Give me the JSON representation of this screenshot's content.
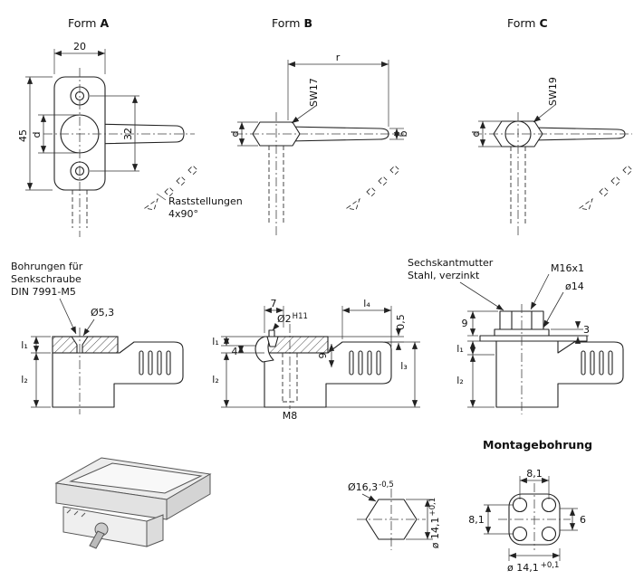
{
  "forms": {
    "prefix": "Form",
    "a": "A",
    "b": "B",
    "c": "C"
  },
  "form_a": {
    "dim_width": "20",
    "dim_height": "45",
    "dim_d": "d",
    "dim_holes": "32",
    "rast_line1": "Raststellungen",
    "rast_line2": "4x90°"
  },
  "form_b": {
    "dim_r": "r",
    "sw": "SW17",
    "dim_d": "d",
    "dim_b": "b"
  },
  "form_c": {
    "sw": "SW19",
    "dim_d": "d"
  },
  "mid_left": {
    "note_line1": "Bohrungen für",
    "note_line2": "Senkschraube",
    "note_line3": "DIN 7991-M5",
    "dia": "Ø5,3",
    "l1": "l₁",
    "l2": "l₂"
  },
  "mid_center": {
    "dim_7": "7",
    "dia2": "Ø2",
    "dia2_tol": "H11",
    "l4": "l₄",
    "dim_l1": "l₁",
    "dim_4": "4",
    "dim_9": "9",
    "dim_05": "0,5",
    "l2": "l₂",
    "l3": "l₃",
    "thread": "M8"
  },
  "mid_right": {
    "note_line1": "Sechskantmutter",
    "note_line2": "Stahl, verzinkt",
    "thread": "M16x1",
    "dia": "ø14",
    "dim_9": "9",
    "dim_3": "3",
    "l1": "l₁",
    "l2": "l₂"
  },
  "hex_detail": {
    "dia_corners": "Ø16,3",
    "dia_corners_tol": "-0,5",
    "dia_flats": "ø 14,1",
    "dia_flats_tol": "+0,1"
  },
  "mounting": {
    "title": "Montagebohrung",
    "dim_top": "8,1",
    "dim_left": "8,1",
    "dim_right": "6",
    "dia_bottom": "ø 14,1",
    "dia_bottom_tol": "+0,1"
  }
}
